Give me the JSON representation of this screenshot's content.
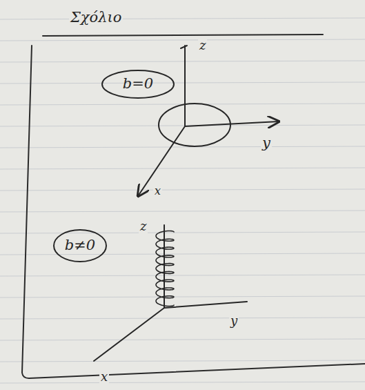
{
  "diagram": {
    "title": "Σχόλιο",
    "nodes": [
      {
        "text": [
          "b=0"
        ]
      },
      {
        "text": [
          "b≠0"
        ]
      }
    ],
    "labels": [
      "z",
      "y",
      "x",
      "z",
      "y",
      "x"
    ]
  }
}
